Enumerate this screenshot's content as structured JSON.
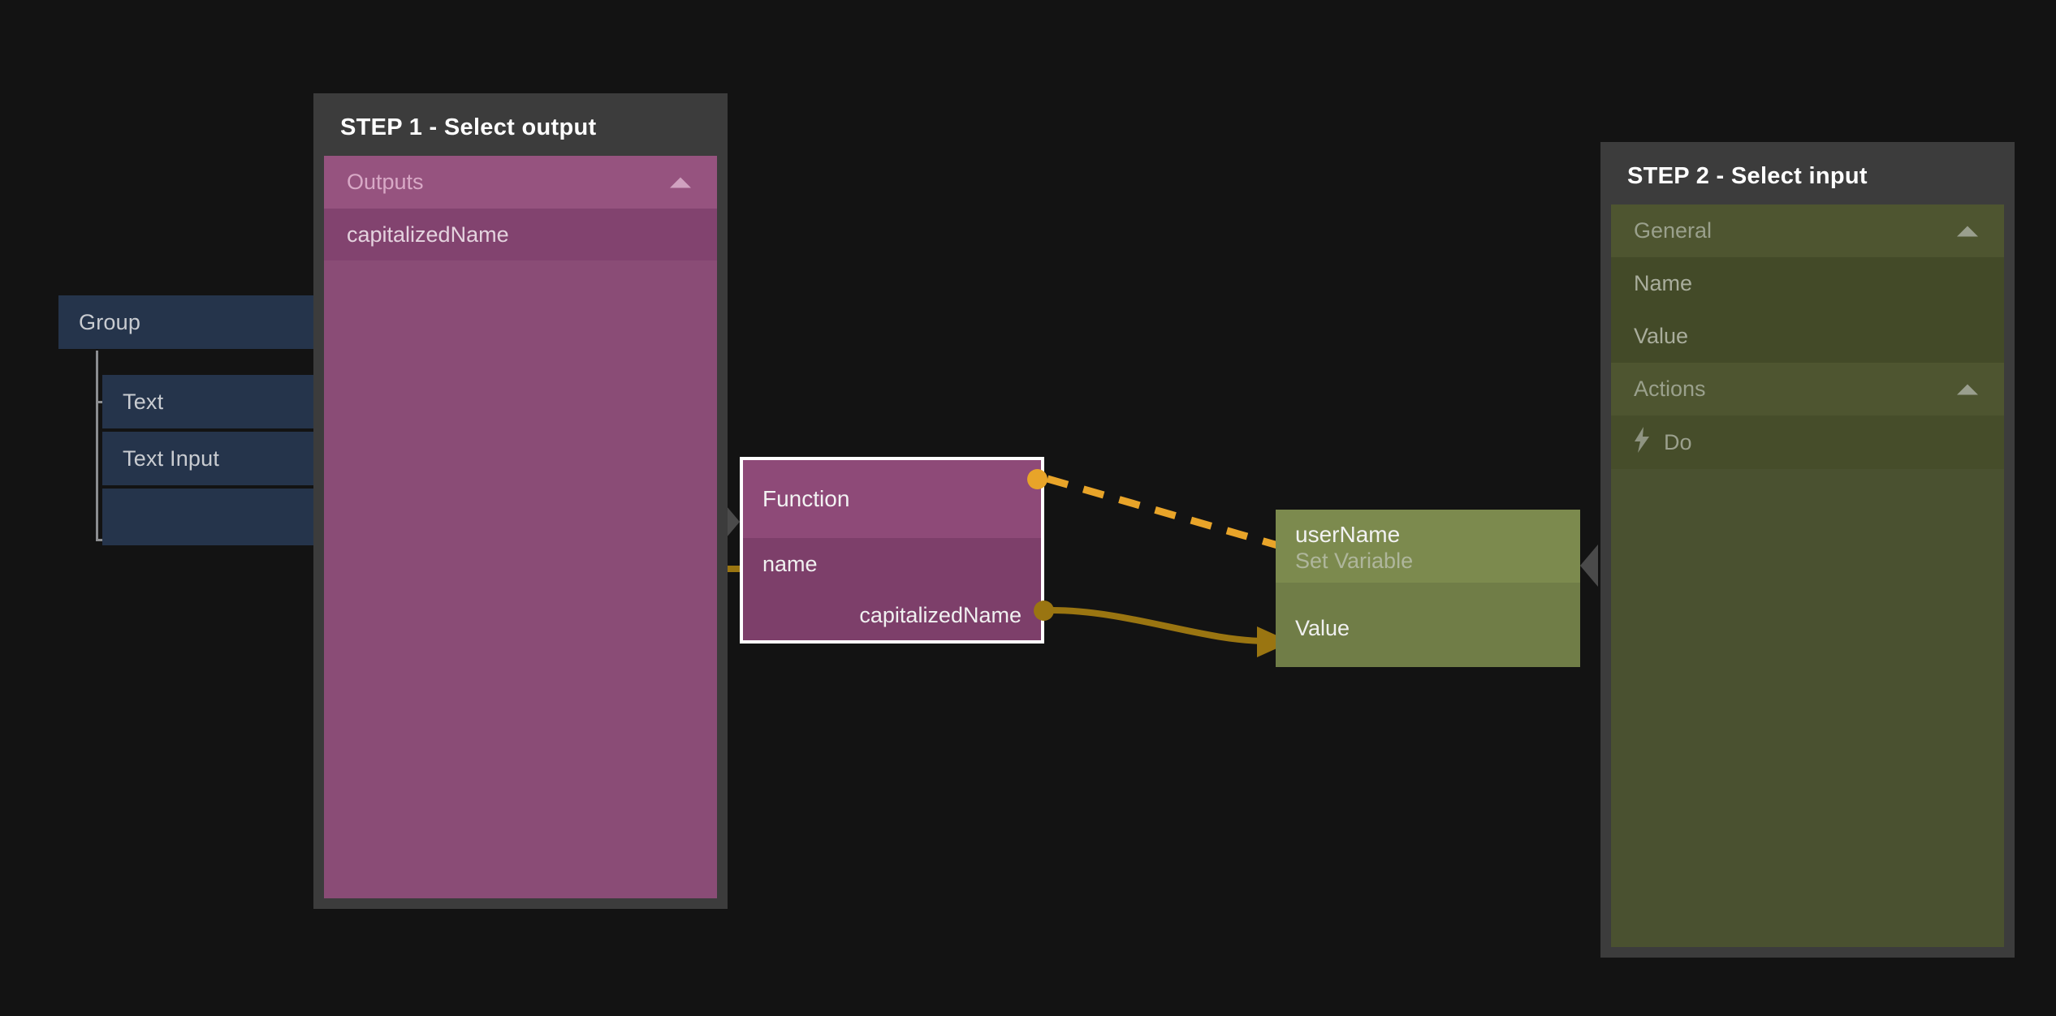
{
  "canvas": {
    "background": "#131313"
  },
  "tree": {
    "items": [
      {
        "label": "Group",
        "depth": 0
      },
      {
        "label": "Text",
        "depth": 1
      },
      {
        "label": "Text Input",
        "depth": 1
      }
    ],
    "color": "#25344b"
  },
  "step1": {
    "title": "STEP 1 - Select output",
    "accent": "#8a4c76",
    "sections": [
      {
        "label": "Outputs",
        "collapse_icon": "chevron-up-icon",
        "items": [
          {
            "label": "capitalizedName"
          }
        ]
      }
    ]
  },
  "step2": {
    "title": "STEP 2 - Select input",
    "accent": "#4a5130",
    "sections": [
      {
        "label": "General",
        "collapse_icon": "chevron-up-icon",
        "items": [
          {
            "label": "Name"
          },
          {
            "label": "Value"
          }
        ]
      },
      {
        "label": "Actions",
        "collapse_icon": "chevron-up-icon",
        "items": [
          {
            "label": "Do",
            "icon": "lightning-bolt-icon",
            "glyph": "⚡"
          }
        ]
      }
    ]
  },
  "nodes": [
    {
      "id": "function-node",
      "title": "Function",
      "subtitle": "",
      "selected": true,
      "title_color": "#8e4a78",
      "body_color": "#7d3f6a",
      "inputs": [
        {
          "label": "name"
        }
      ],
      "outputs": [
        {
          "label": "capitalizedName"
        }
      ]
    },
    {
      "id": "set-variable-node",
      "title": "userName",
      "subtitle": "Set Variable",
      "selected": false,
      "title_color": "#7c8a4e",
      "body_color": "#707d47",
      "inputs": [
        {
          "label": "Value"
        }
      ],
      "outputs": []
    }
  ],
  "wires": [
    {
      "type": "exec",
      "style": "dashed",
      "color": "#e8a429",
      "from": "function-node.exec-out",
      "to": "set-variable-node.exec-in"
    },
    {
      "type": "data",
      "style": "solid",
      "color": "#9a7511",
      "from": "function-node.capitalizedName",
      "to": "set-variable-node.Value"
    }
  ]
}
